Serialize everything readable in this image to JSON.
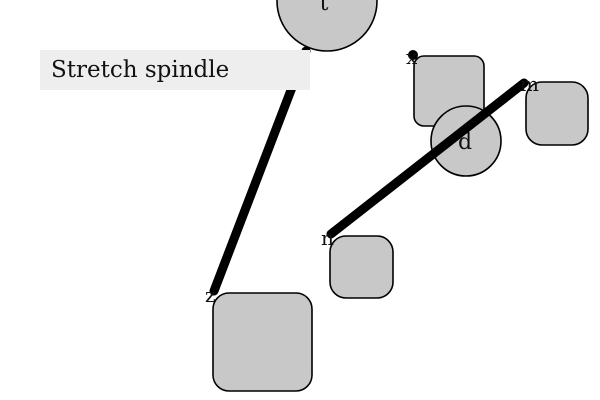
{
  "instruction": "Stretch spindle",
  "colors": {
    "background": "#ffffff",
    "instruction_bg": "#eeeeee",
    "shape_fill": "#c8c8c8",
    "stroke": "#000000"
  },
  "circles": [
    {
      "id": "t",
      "label": "t"
    },
    {
      "id": "d",
      "label": "d"
    }
  ],
  "squares": [
    {
      "id": "square-upper-middle"
    },
    {
      "id": "square-upper-right"
    },
    {
      "id": "square-middle"
    },
    {
      "id": "square-bottom"
    }
  ],
  "spindles": [
    {
      "id": "left-spindle",
      "end_labels": [
        "",
        "z"
      ]
    },
    {
      "id": "right-spindle",
      "end_labels": [
        "n",
        "m"
      ]
    }
  ],
  "pins": [
    {
      "id": "pin-x",
      "label": "x"
    }
  ]
}
